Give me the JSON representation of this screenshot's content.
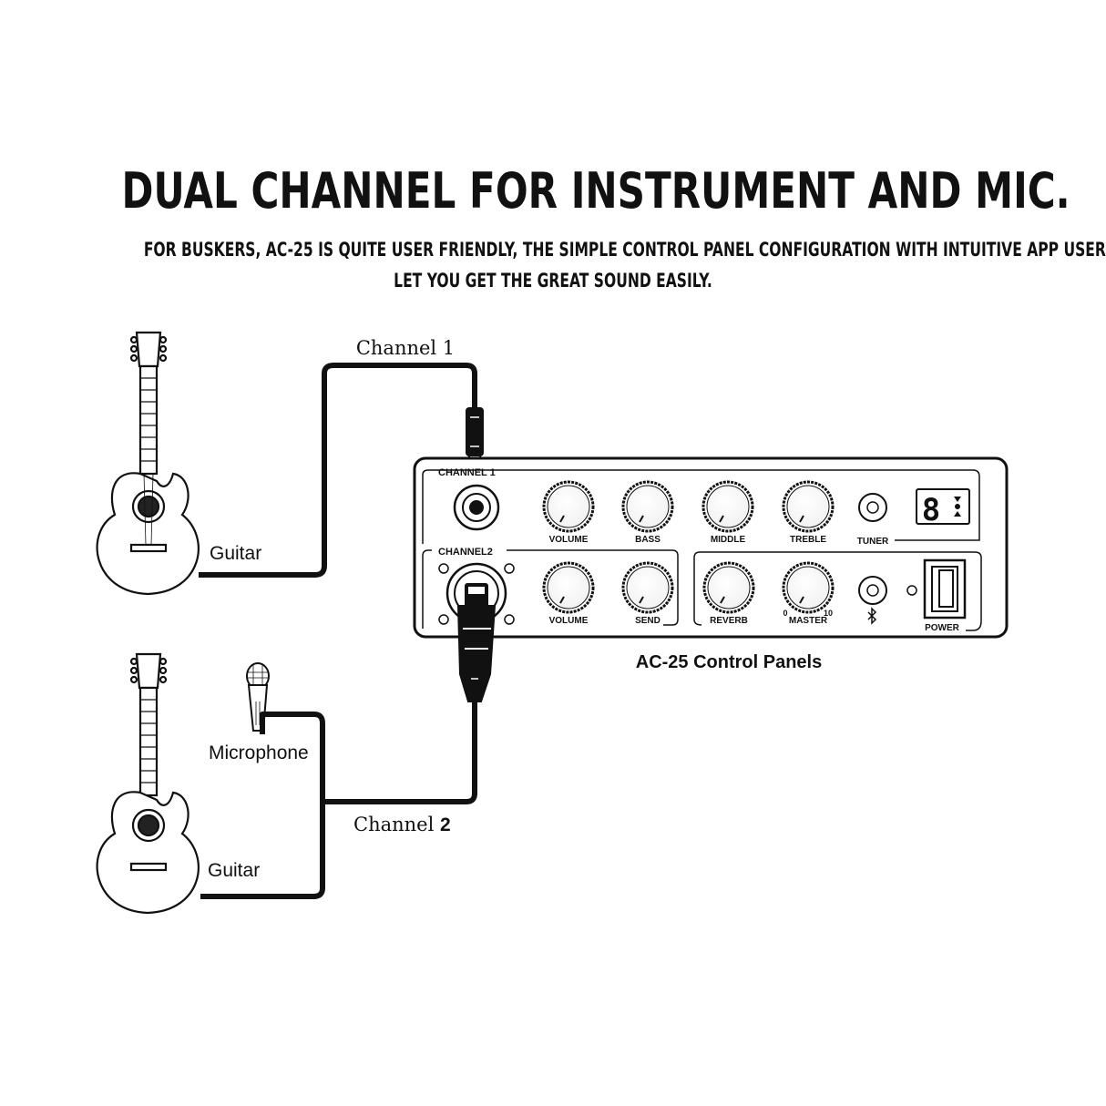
{
  "heading": {
    "title": "DUAL CHANNEL FOR INSTRUMENT AND MIC.",
    "subtitle_line1": "FOR BUSKERS, AC-25 IS QUITE USER FRIENDLY, THE SIMPLE CONTROL PANEL CONFIGURATION WITH INTUITIVE APP USER INTERFACE",
    "subtitle_line2": "LET YOU GET THE GREAT SOUND EASILY."
  },
  "connections": {
    "channel1_label": "Channel 1",
    "channel2_label": "Channel",
    "channel2_number": "2",
    "guitar1_label": "Guitar",
    "guitar2_label": "Guitar",
    "mic_label": "Microphone"
  },
  "panel": {
    "caption": "AC-25 Control Panels",
    "channel1_label": "CHANNEL 1",
    "channel2_label": "CHANNEL2",
    "row1_knobs": [
      "VOLUME",
      "BASS",
      "MIDDLE",
      "TREBLE"
    ],
    "tuner_label": "TUNER",
    "row2_knobs": [
      "VOLUME",
      "SEND"
    ],
    "fx_knobs": [
      "REVERB",
      "MASTER"
    ],
    "master_min": "0",
    "master_max": "10",
    "power_label": "POWER",
    "display_digit": "8"
  }
}
